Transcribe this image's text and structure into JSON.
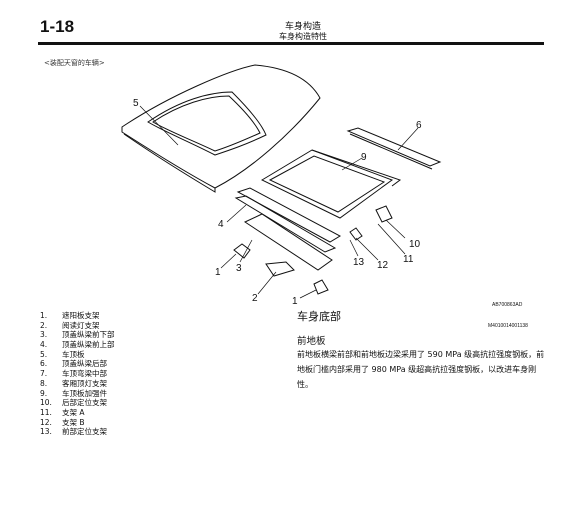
{
  "header": {
    "page_number": "1-18",
    "chapter_title": "车身构造",
    "section_title": "车身构造特性"
  },
  "figure": {
    "caption": "<装配天窗的车辆>",
    "code": "AB700863AD",
    "callouts": [
      "5",
      "6",
      "9",
      "4",
      "10",
      "11",
      "12",
      "13",
      "3",
      "1",
      "2",
      "1"
    ]
  },
  "parts_list": [
    {
      "num": "1.",
      "label": "遮阳板支架"
    },
    {
      "num": "2.",
      "label": "阅读灯支架"
    },
    {
      "num": "3.",
      "label": "顶盖纵梁前下部"
    },
    {
      "num": "4.",
      "label": "顶盖纵梁前上部"
    },
    {
      "num": "5.",
      "label": "车顶板"
    },
    {
      "num": "6.",
      "label": "顶盖纵梁后部"
    },
    {
      "num": "7.",
      "label": "车顶弯梁中部"
    },
    {
      "num": "8.",
      "label": "客厢顶灯支架"
    },
    {
      "num": "9.",
      "label": "车顶板加强件"
    },
    {
      "num": "10.",
      "label": "后部定位支架"
    },
    {
      "num": "11.",
      "label": "支架 A"
    },
    {
      "num": "12.",
      "label": "支架 B"
    },
    {
      "num": "13.",
      "label": "前部定位支架"
    }
  ],
  "section2": {
    "title": "车身底部",
    "code": "M4010014001138",
    "subsection": "前地板",
    "body": "前地板横梁前部和前地板边梁采用了 590 MPa 级高抗拉强度钢板，前地板门槛内部采用了 980 MPa 级超高抗拉强度钢板，以改进车身刚性。"
  }
}
